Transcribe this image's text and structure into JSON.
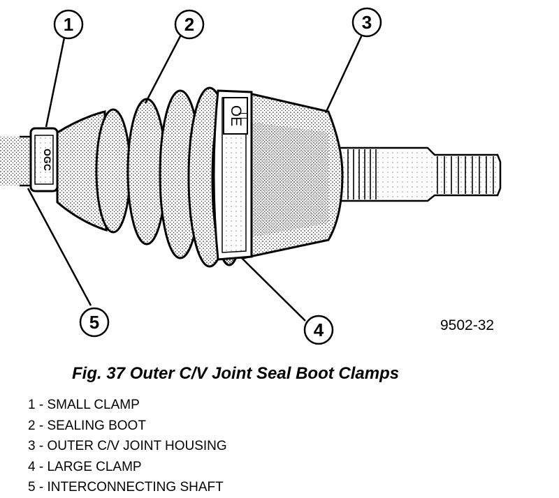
{
  "figure_code": "9502-32",
  "callouts": [
    "1",
    "2",
    "3",
    "4",
    "5"
  ],
  "clamp_small_text": "OGC",
  "clamp_large_text": "OE",
  "caption": "Fig. 37 Outer C/V Joint Seal Boot Clamps",
  "legend": [
    {
      "text": "1 - SMALL CLAMP"
    },
    {
      "text": "2 - SEALING BOOT"
    },
    {
      "text": "3 - OUTER C/V JOINT HOUSING"
    },
    {
      "text": "4 - LARGE CLAMP"
    },
    {
      "text": "5 - INTERCONNECTING SHAFT"
    }
  ]
}
